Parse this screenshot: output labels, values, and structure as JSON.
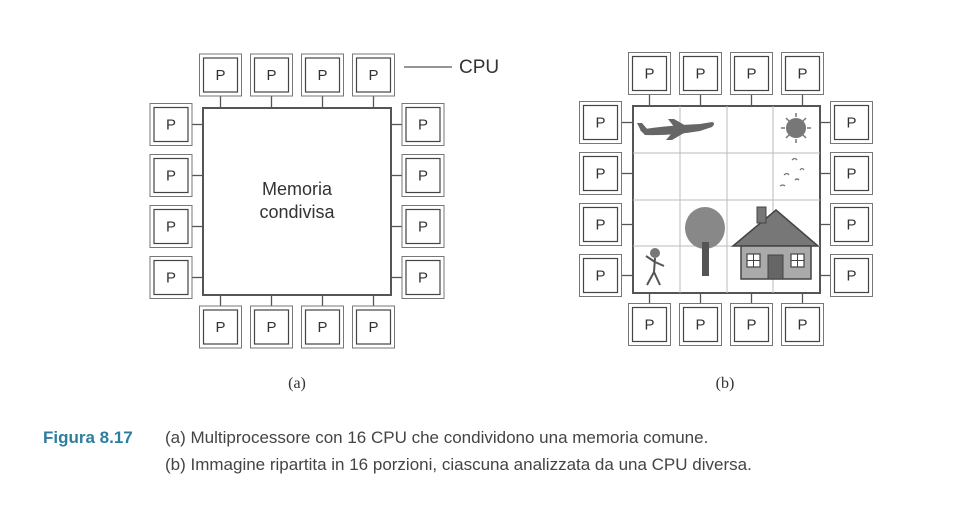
{
  "diagram_a": {
    "processor_label": "P",
    "cpu_label": "CPU",
    "memory_line1": "Memoria",
    "memory_line2": "condivisa",
    "sublabel": "(a)"
  },
  "diagram_b": {
    "processor_label": "P",
    "sublabel": "(b)",
    "image_grid": {
      "rows": 4,
      "cols": 4
    },
    "image_items": [
      "airplane-icon",
      "sun-icon",
      "birds-icon",
      "tree-icon",
      "house-icon",
      "person-icon"
    ]
  },
  "caption": {
    "figure_label": "Figura 8.17",
    "line1": "(a) Multiprocessore con 16 CPU che condividono una memoria comune.",
    "line2": "(b) Immagine ripartita in 16 porzioni, ciascuna analizzata da una CPU diversa."
  },
  "colors": {
    "line": "#555555",
    "caption_accent": "#2e7da0"
  }
}
